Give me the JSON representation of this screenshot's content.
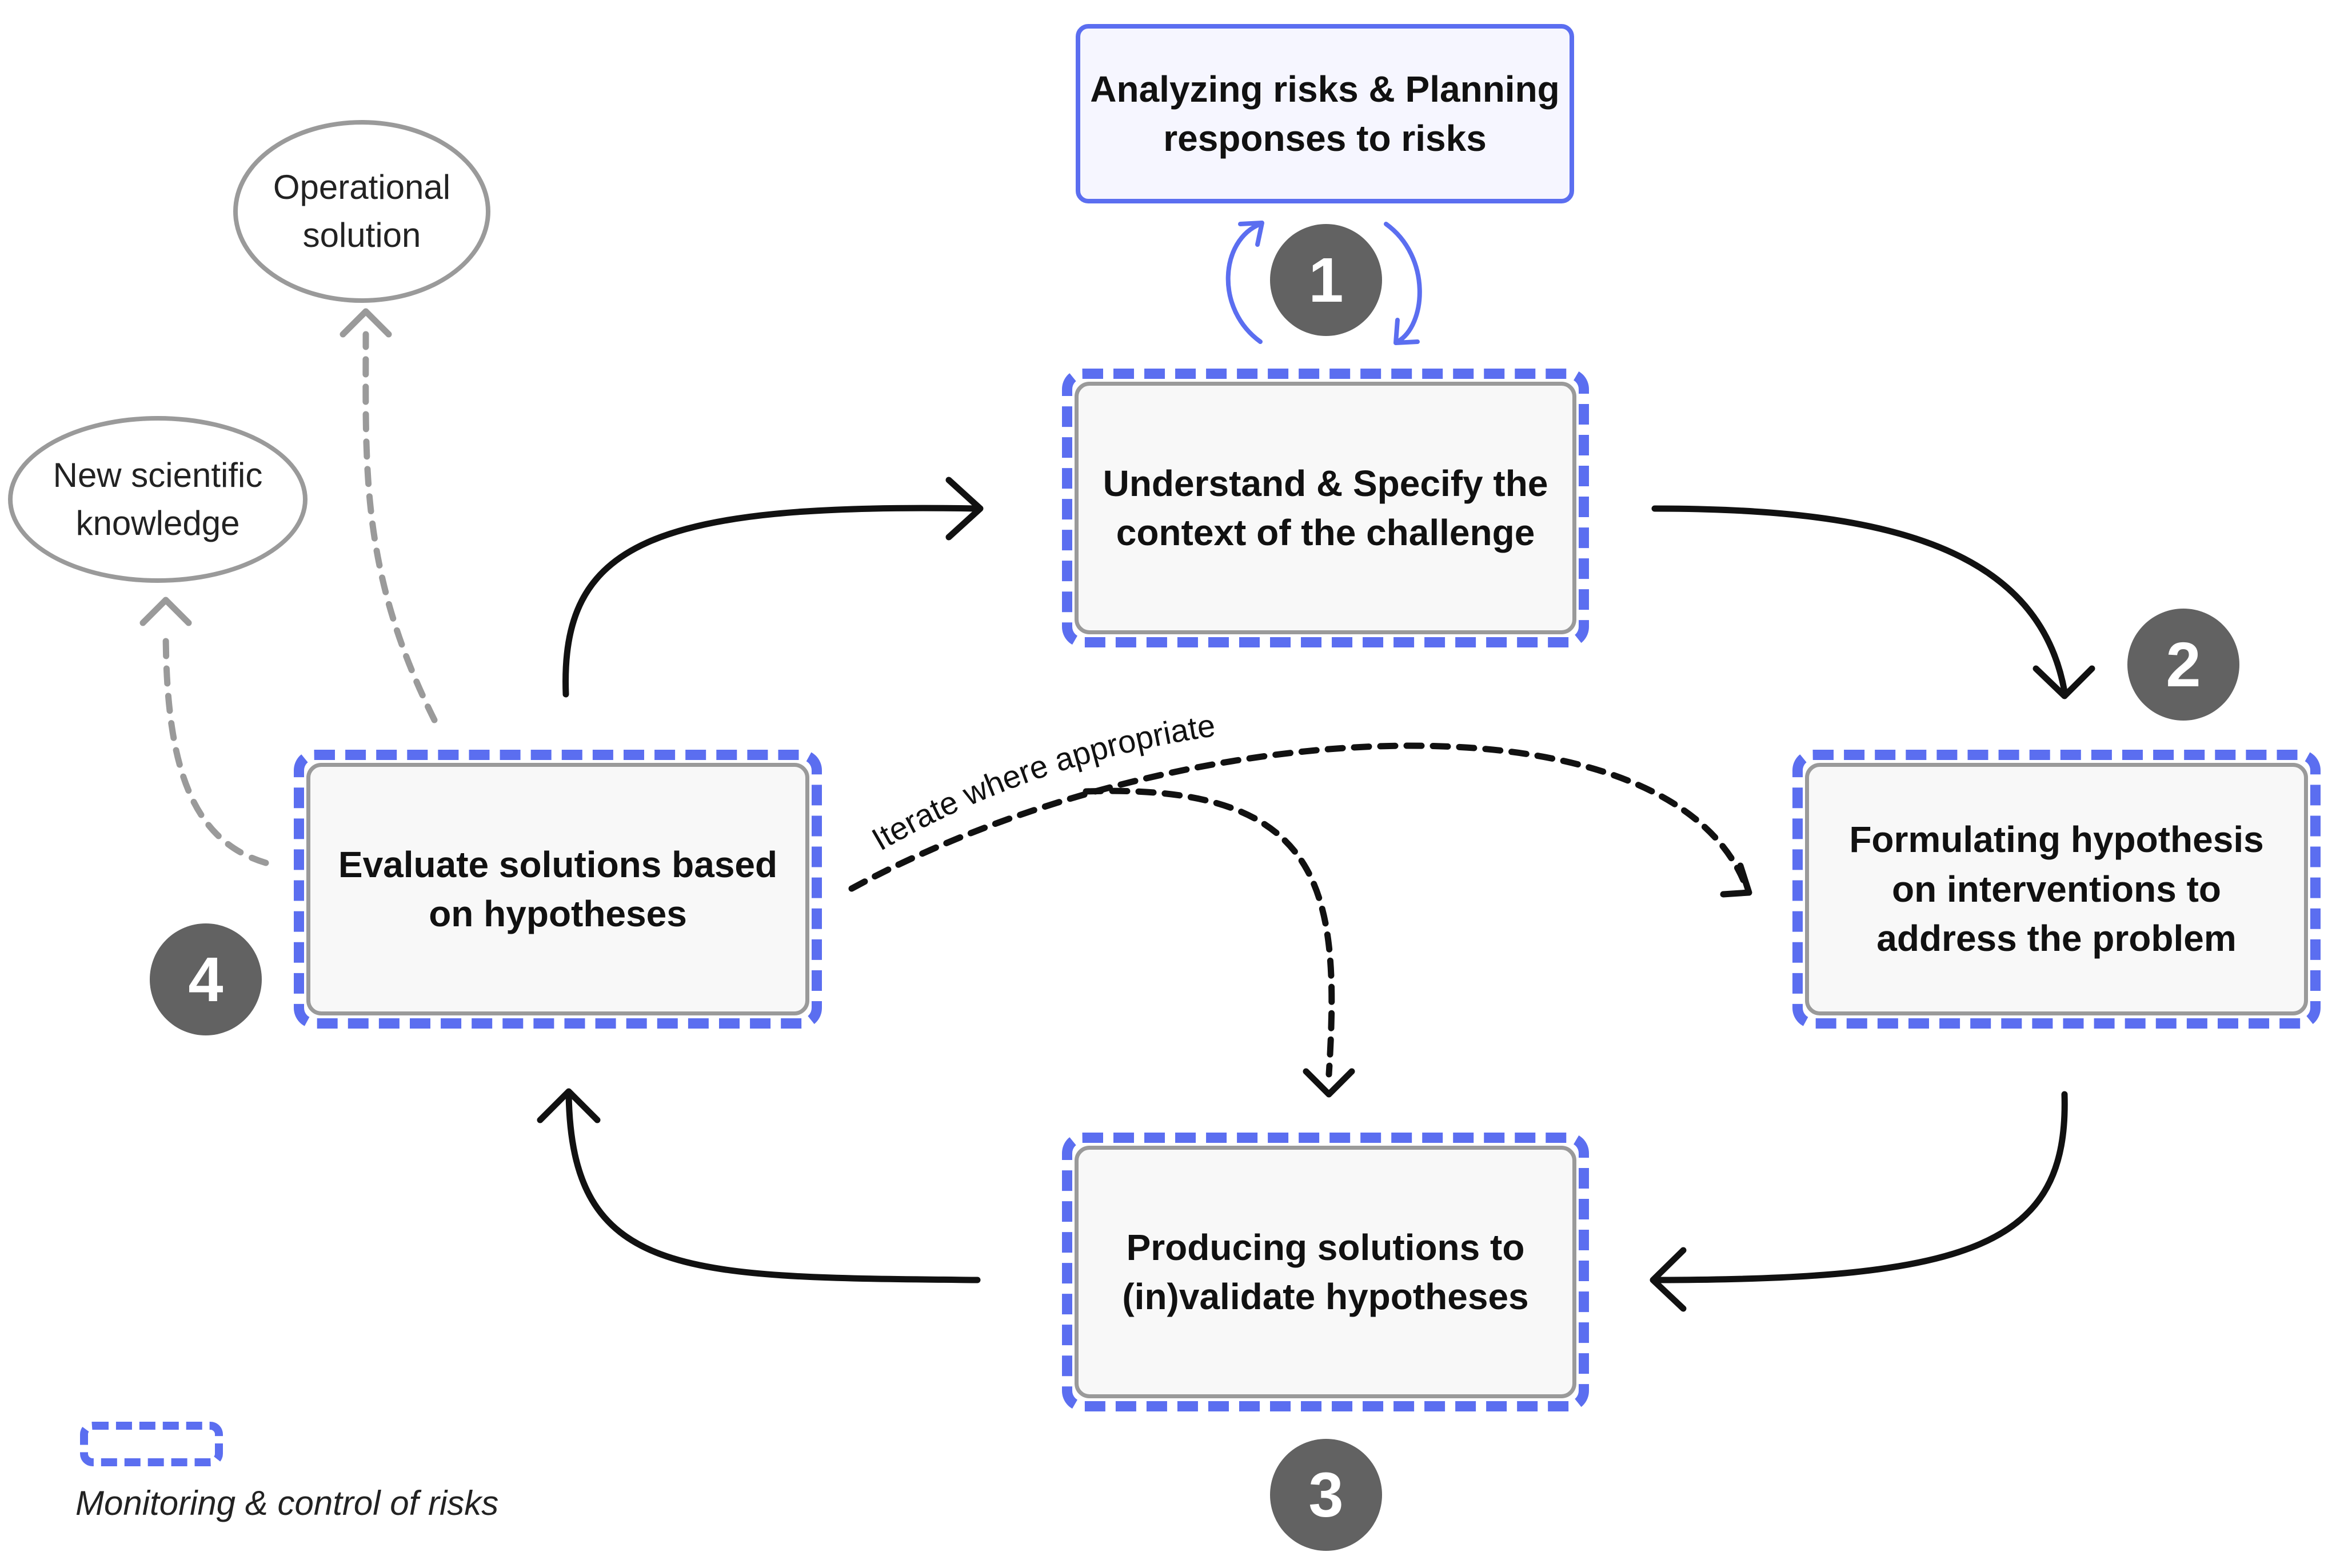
{
  "steps": {
    "understand": "Understand & Specify the context of the challenge",
    "formulate": "Formulating hypothesis on interventions to address the problem",
    "produce": "Producing solutions to (in)validate hypotheses",
    "evaluate": "Evaluate solutions based on hypotheses"
  },
  "risk_analysis": "Analyzing risks & Planning responses to risks",
  "badges": {
    "one": "1",
    "two": "2",
    "three": "3",
    "four": "4"
  },
  "outcomes": {
    "operational": "Operational solution",
    "knowledge": "New scientific knowledge"
  },
  "iterate_label": "Iterate where appropriate",
  "legend": {
    "label": "Monitoring & control of risks"
  },
  "colors": {
    "accent": "#5b6ef0",
    "badge": "#626262",
    "arrow": "#111111",
    "outcome_arrow": "#9a9a9a"
  }
}
